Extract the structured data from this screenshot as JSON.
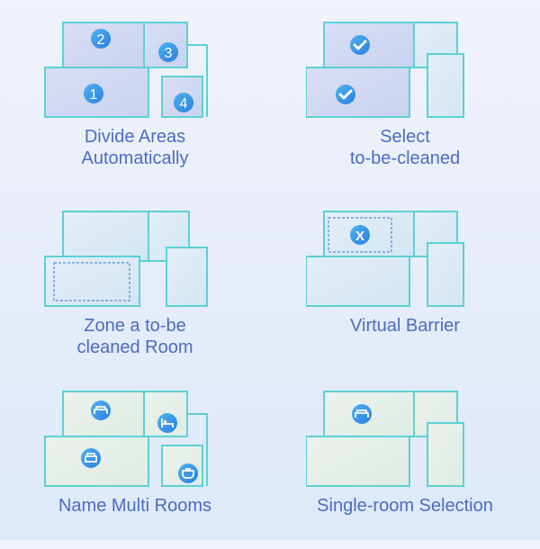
{
  "colors": {
    "caption": "#4b6cc2",
    "room_fill_blue": "#d2dbf1",
    "room_fill_light": "#dcecf6",
    "room_fill_green": "#e5efe8",
    "room_outline": "#5ad2d6",
    "badge_blue": "#2f8fe6",
    "badge_text": "#ffffff"
  },
  "panels": [
    {
      "caption_lines": [
        "Divide Areas",
        "Automatically"
      ],
      "badges": [
        "2",
        "3",
        "1",
        "4"
      ]
    },
    {
      "caption_lines": [
        "Select",
        "to-be-cleaned"
      ],
      "badges": [
        "check-icon",
        "check-icon"
      ]
    },
    {
      "caption_lines": [
        "Zone a to-be",
        "cleaned Room"
      ],
      "badges": []
    },
    {
      "caption_lines": [
        "Virtual Barrier"
      ],
      "badges": [
        "X"
      ]
    },
    {
      "caption_lines": [
        "Name Multi Rooms"
      ],
      "badges": [
        "sofa-icon",
        "bed-icon",
        "armchair-icon",
        "pot-icon"
      ]
    },
    {
      "caption_lines": [
        "Single-room Selection"
      ],
      "badges": [
        "sofa-icon"
      ]
    }
  ]
}
